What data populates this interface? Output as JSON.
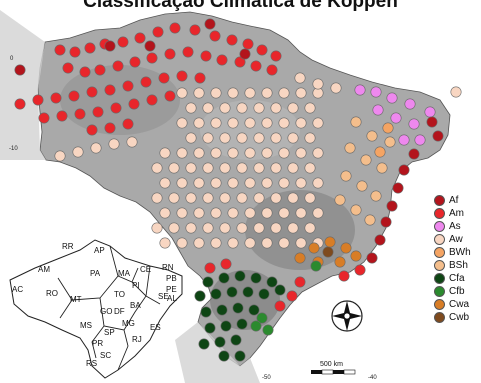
{
  "map": {
    "title": "Classificação Climática de Köppen",
    "axis_labels": {
      "lat_top": "0",
      "lat_mid": "-10",
      "lon_a": "-50",
      "lon_b": "-40"
    },
    "scale_bar": {
      "label": "500 km"
    },
    "compass": {
      "icon": "north-arrow-icon"
    },
    "legend": [
      {
        "code": "Af",
        "color": "#b3141c"
      },
      {
        "code": "Am",
        "color": "#e8262b"
      },
      {
        "code": "As",
        "color": "#ee88ee"
      },
      {
        "code": "Aw",
        "color": "#f8d6c2"
      },
      {
        "code": "BWh",
        "color": "#f5a463"
      },
      {
        "code": "BSh",
        "color": "#f4be8c"
      },
      {
        "code": "Cfa",
        "color": "#0e4514"
      },
      {
        "code": "Cfb",
        "color": "#2b8a2e"
      },
      {
        "code": "Cwa",
        "color": "#d87d26"
      },
      {
        "code": "Cwb",
        "color": "#7e4a1e"
      }
    ],
    "states": [
      "RR",
      "AP",
      "AM",
      "PA",
      "MA",
      "CE",
      "RN",
      "PB",
      "PE",
      "AL",
      "SE",
      "PI",
      "AC",
      "RO",
      "MT",
      "TO",
      "BA",
      "GO",
      "DF",
      "MG",
      "ES",
      "MS",
      "SP",
      "RJ",
      "PR",
      "SC",
      "RS"
    ]
  }
}
